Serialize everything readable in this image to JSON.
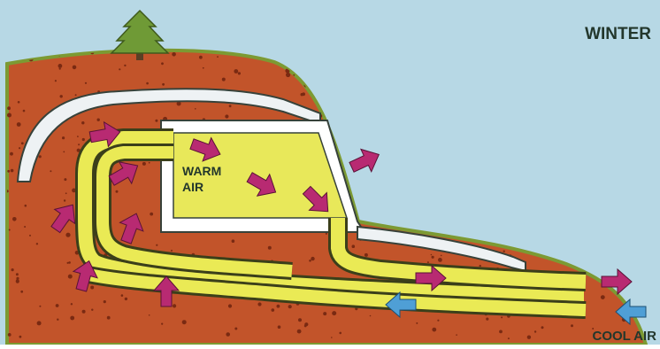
{
  "season_label": "WINTER",
  "room_label_line1": "WARM",
  "room_label_line2": "AIR",
  "intake_label": "COOL AIR",
  "colors": {
    "sky": "#b7d8e5",
    "soil": "#c2542a",
    "soil_speckle": "#7a2a12",
    "grass_edge": "#7c9a33",
    "tube_fill": "#eaea55",
    "tube_outline": "#3b3f1a",
    "room_fill": "#e8e85a",
    "wall": "#ffffff",
    "warm_arrow": "#b82a72",
    "cool_arrow": "#4f9fd6",
    "tree": "#6f9a36",
    "trunk": "#5b3f25"
  },
  "icons": [
    "tree-icon",
    "warm-air-arrow-icon",
    "cool-air-arrow-icon"
  ]
}
